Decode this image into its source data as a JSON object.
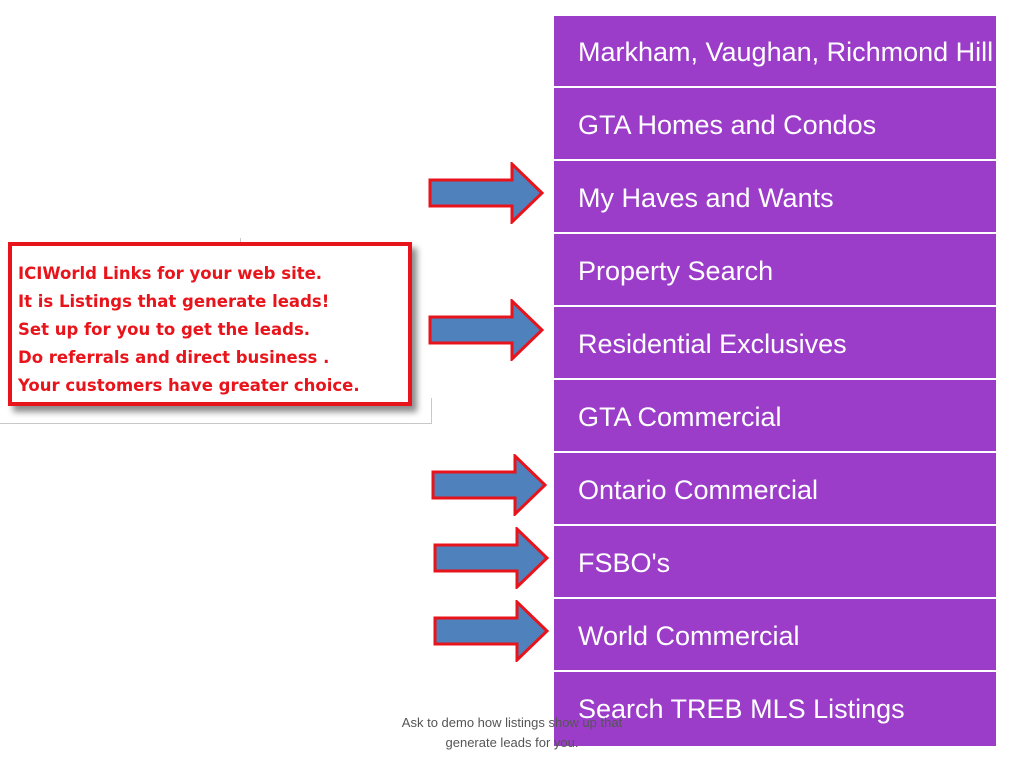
{
  "menu": {
    "items": [
      {
        "label": "Markham, Vaughan, Richmond Hill"
      },
      {
        "label": "GTA Homes and Condos"
      },
      {
        "label": "My Haves and Wants"
      },
      {
        "label": "Property Search"
      },
      {
        "label": "Residential Exclusives"
      },
      {
        "label": "GTA Commercial"
      },
      {
        "label": "Ontario Commercial"
      },
      {
        "label": "FSBO's"
      },
      {
        "label": "World Commercial"
      },
      {
        "label": "Search TREB MLS Listings"
      }
    ],
    "background_color": "#9b3dc9",
    "text_color": "#ffffff"
  },
  "callout": {
    "lines": [
      "ICIWorld Links for your web site.",
      "It is Listings that generate leads!",
      "Set up for you to get the leads.",
      "Do referrals and direct business .",
      "Your customers have greater choice."
    ],
    "text_color": "#e8141b",
    "border_color": "#e8141b"
  },
  "arrows": {
    "fill_color": "#4f81bd",
    "outline_color": "#e8141b",
    "icon": "right-arrow-icon"
  },
  "caption": {
    "line1": "Ask to demo how listings show up that",
    "line2": "generate leads for you."
  }
}
